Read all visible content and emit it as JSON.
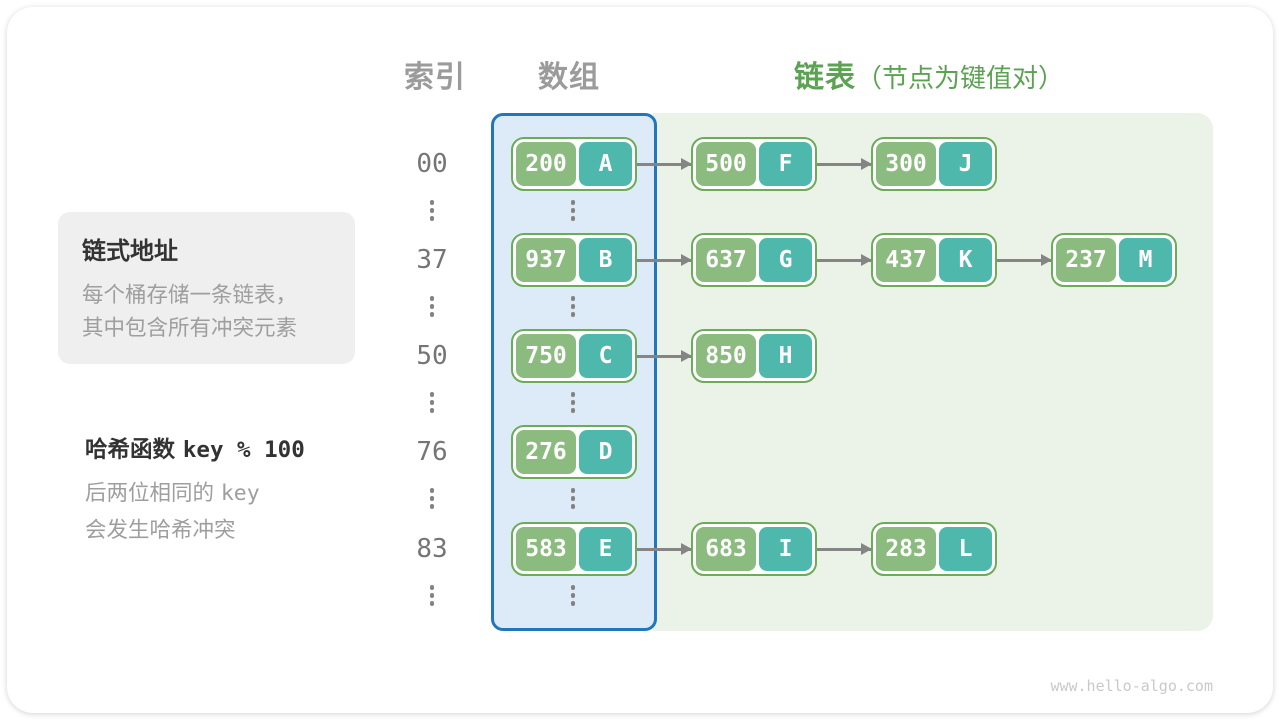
{
  "headers": {
    "index": "索引",
    "array": "数组",
    "list": "链表",
    "list_note": "（节点为键值对）"
  },
  "info_box": {
    "title": "链式地址",
    "line1": "每个桶存储一条链表，",
    "line2": "其中包含所有冲突元素"
  },
  "hash_note": {
    "title_text": "哈希函数",
    "title_code": "key % 100",
    "line1_text": "后两位相同的",
    "line1_code": "key",
    "line2": "会发生哈希冲突"
  },
  "rows": [
    {
      "index": "00",
      "nodes": [
        {
          "key": "200",
          "value": "A"
        },
        {
          "key": "500",
          "value": "F"
        },
        {
          "key": "300",
          "value": "J"
        }
      ]
    },
    {
      "index": "37",
      "nodes": [
        {
          "key": "937",
          "value": "B"
        },
        {
          "key": "637",
          "value": "G"
        },
        {
          "key": "437",
          "value": "K"
        },
        {
          "key": "237",
          "value": "M"
        }
      ]
    },
    {
      "index": "50",
      "nodes": [
        {
          "key": "750",
          "value": "C"
        },
        {
          "key": "850",
          "value": "H"
        }
      ]
    },
    {
      "index": "76",
      "nodes": [
        {
          "key": "276",
          "value": "D"
        }
      ]
    },
    {
      "index": "83",
      "nodes": [
        {
          "key": "583",
          "value": "E"
        },
        {
          "key": "683",
          "value": "I"
        },
        {
          "key": "283",
          "value": "L"
        }
      ]
    }
  ],
  "watermark": "www.hello-algo.com",
  "colors": {
    "array_border": "#2176bd",
    "array_bg": "#dcebf7",
    "list_bg": "#ebf3e8",
    "node_border": "#6cab58",
    "key_bg": "#8cbb80",
    "value_bg": "#4fb8ac",
    "header_green": "#5ba352",
    "gray_text": "#9b9b9b",
    "arrow": "#858585"
  }
}
